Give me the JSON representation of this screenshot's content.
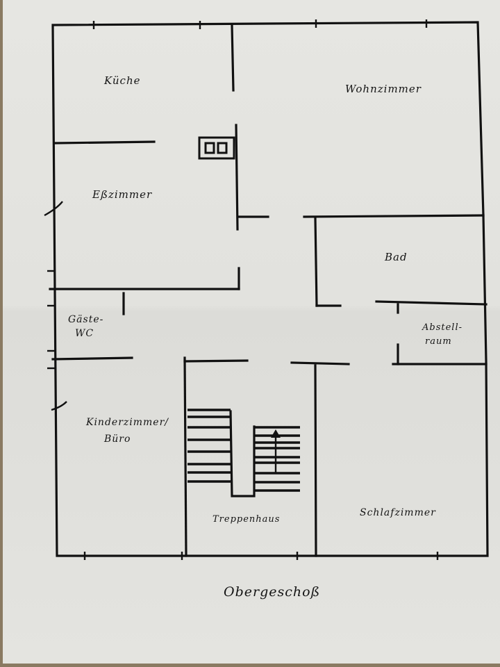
{
  "plan": {
    "title": "Obergeschoß",
    "rooms": {
      "kueche": "Küche",
      "wohnzimmer": "Wohnzimmer",
      "esszimmer": "Eßzimmer",
      "bad": "Bad",
      "gaeste_wc_1": "Gäste-",
      "gaeste_wc_2": "WC",
      "abstell_1": "Abstell-",
      "abstell_2": "raum",
      "kinder_1": "Kinderzimmer/",
      "kinder_2": "Büro",
      "treppenhaus": "Treppenhaus",
      "schlafzimmer": "Schlafzimmer"
    }
  }
}
